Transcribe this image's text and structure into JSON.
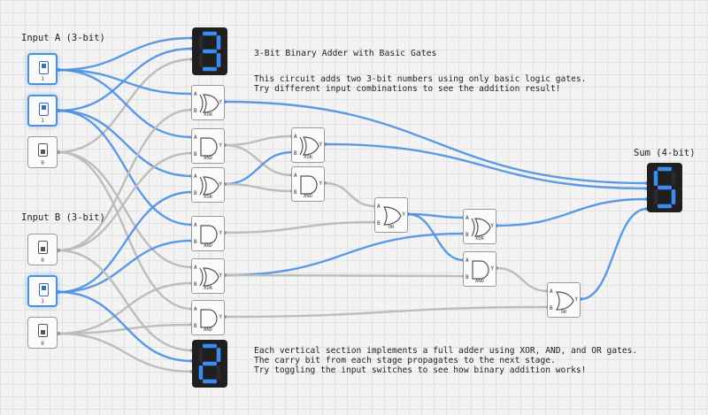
{
  "title": "3-Bit Binary Adder with Basic Gates",
  "description_lines": [
    "This circuit adds two 3-bit numbers using only basic logic gates.",
    "Try different input combinations to see the addition result!"
  ],
  "bottom_lines": [
    "Each vertical section implements a full adder using XOR, AND, and OR gates.",
    "The carry bit from each stage propagates to the next stage.",
    "Try toggling the input switches to see how binary addition works!"
  ],
  "input_a_label": "Input A (3-bit)",
  "input_b_label": "Input B (3-bit)",
  "sum_label": "Sum (4-bit)",
  "switches_a": [
    {
      "value": "1",
      "on": true
    },
    {
      "value": "1",
      "on": true
    },
    {
      "value": "0",
      "on": false
    }
  ],
  "switches_b": [
    {
      "value": "0",
      "on": false
    },
    {
      "value": "1",
      "on": true
    },
    {
      "value": "0",
      "on": false
    }
  ],
  "displays": {
    "input_a": "3",
    "input_b": "2",
    "sum": "5"
  },
  "port_a": "A",
  "port_b": "B",
  "port_y": "Y",
  "gates": [
    {
      "id": "g1",
      "type": "XOR"
    },
    {
      "id": "g2",
      "type": "AND"
    },
    {
      "id": "g3",
      "type": "XOR"
    },
    {
      "id": "g4",
      "type": "AND"
    },
    {
      "id": "g5",
      "type": "XOR"
    },
    {
      "id": "g6",
      "type": "AND"
    },
    {
      "id": "g7",
      "type": "XOR"
    },
    {
      "id": "g8",
      "type": "AND"
    },
    {
      "id": "g9",
      "type": "OR"
    },
    {
      "id": "g10",
      "type": "XOR"
    },
    {
      "id": "g11",
      "type": "AND"
    },
    {
      "id": "g12",
      "type": "OR"
    }
  ],
  "colors": {
    "active_wire": "#4a90e2",
    "inactive_wire": "#bdbdbd",
    "display_on": "#3b8cf0",
    "display_off": "#2b2b2b"
  }
}
